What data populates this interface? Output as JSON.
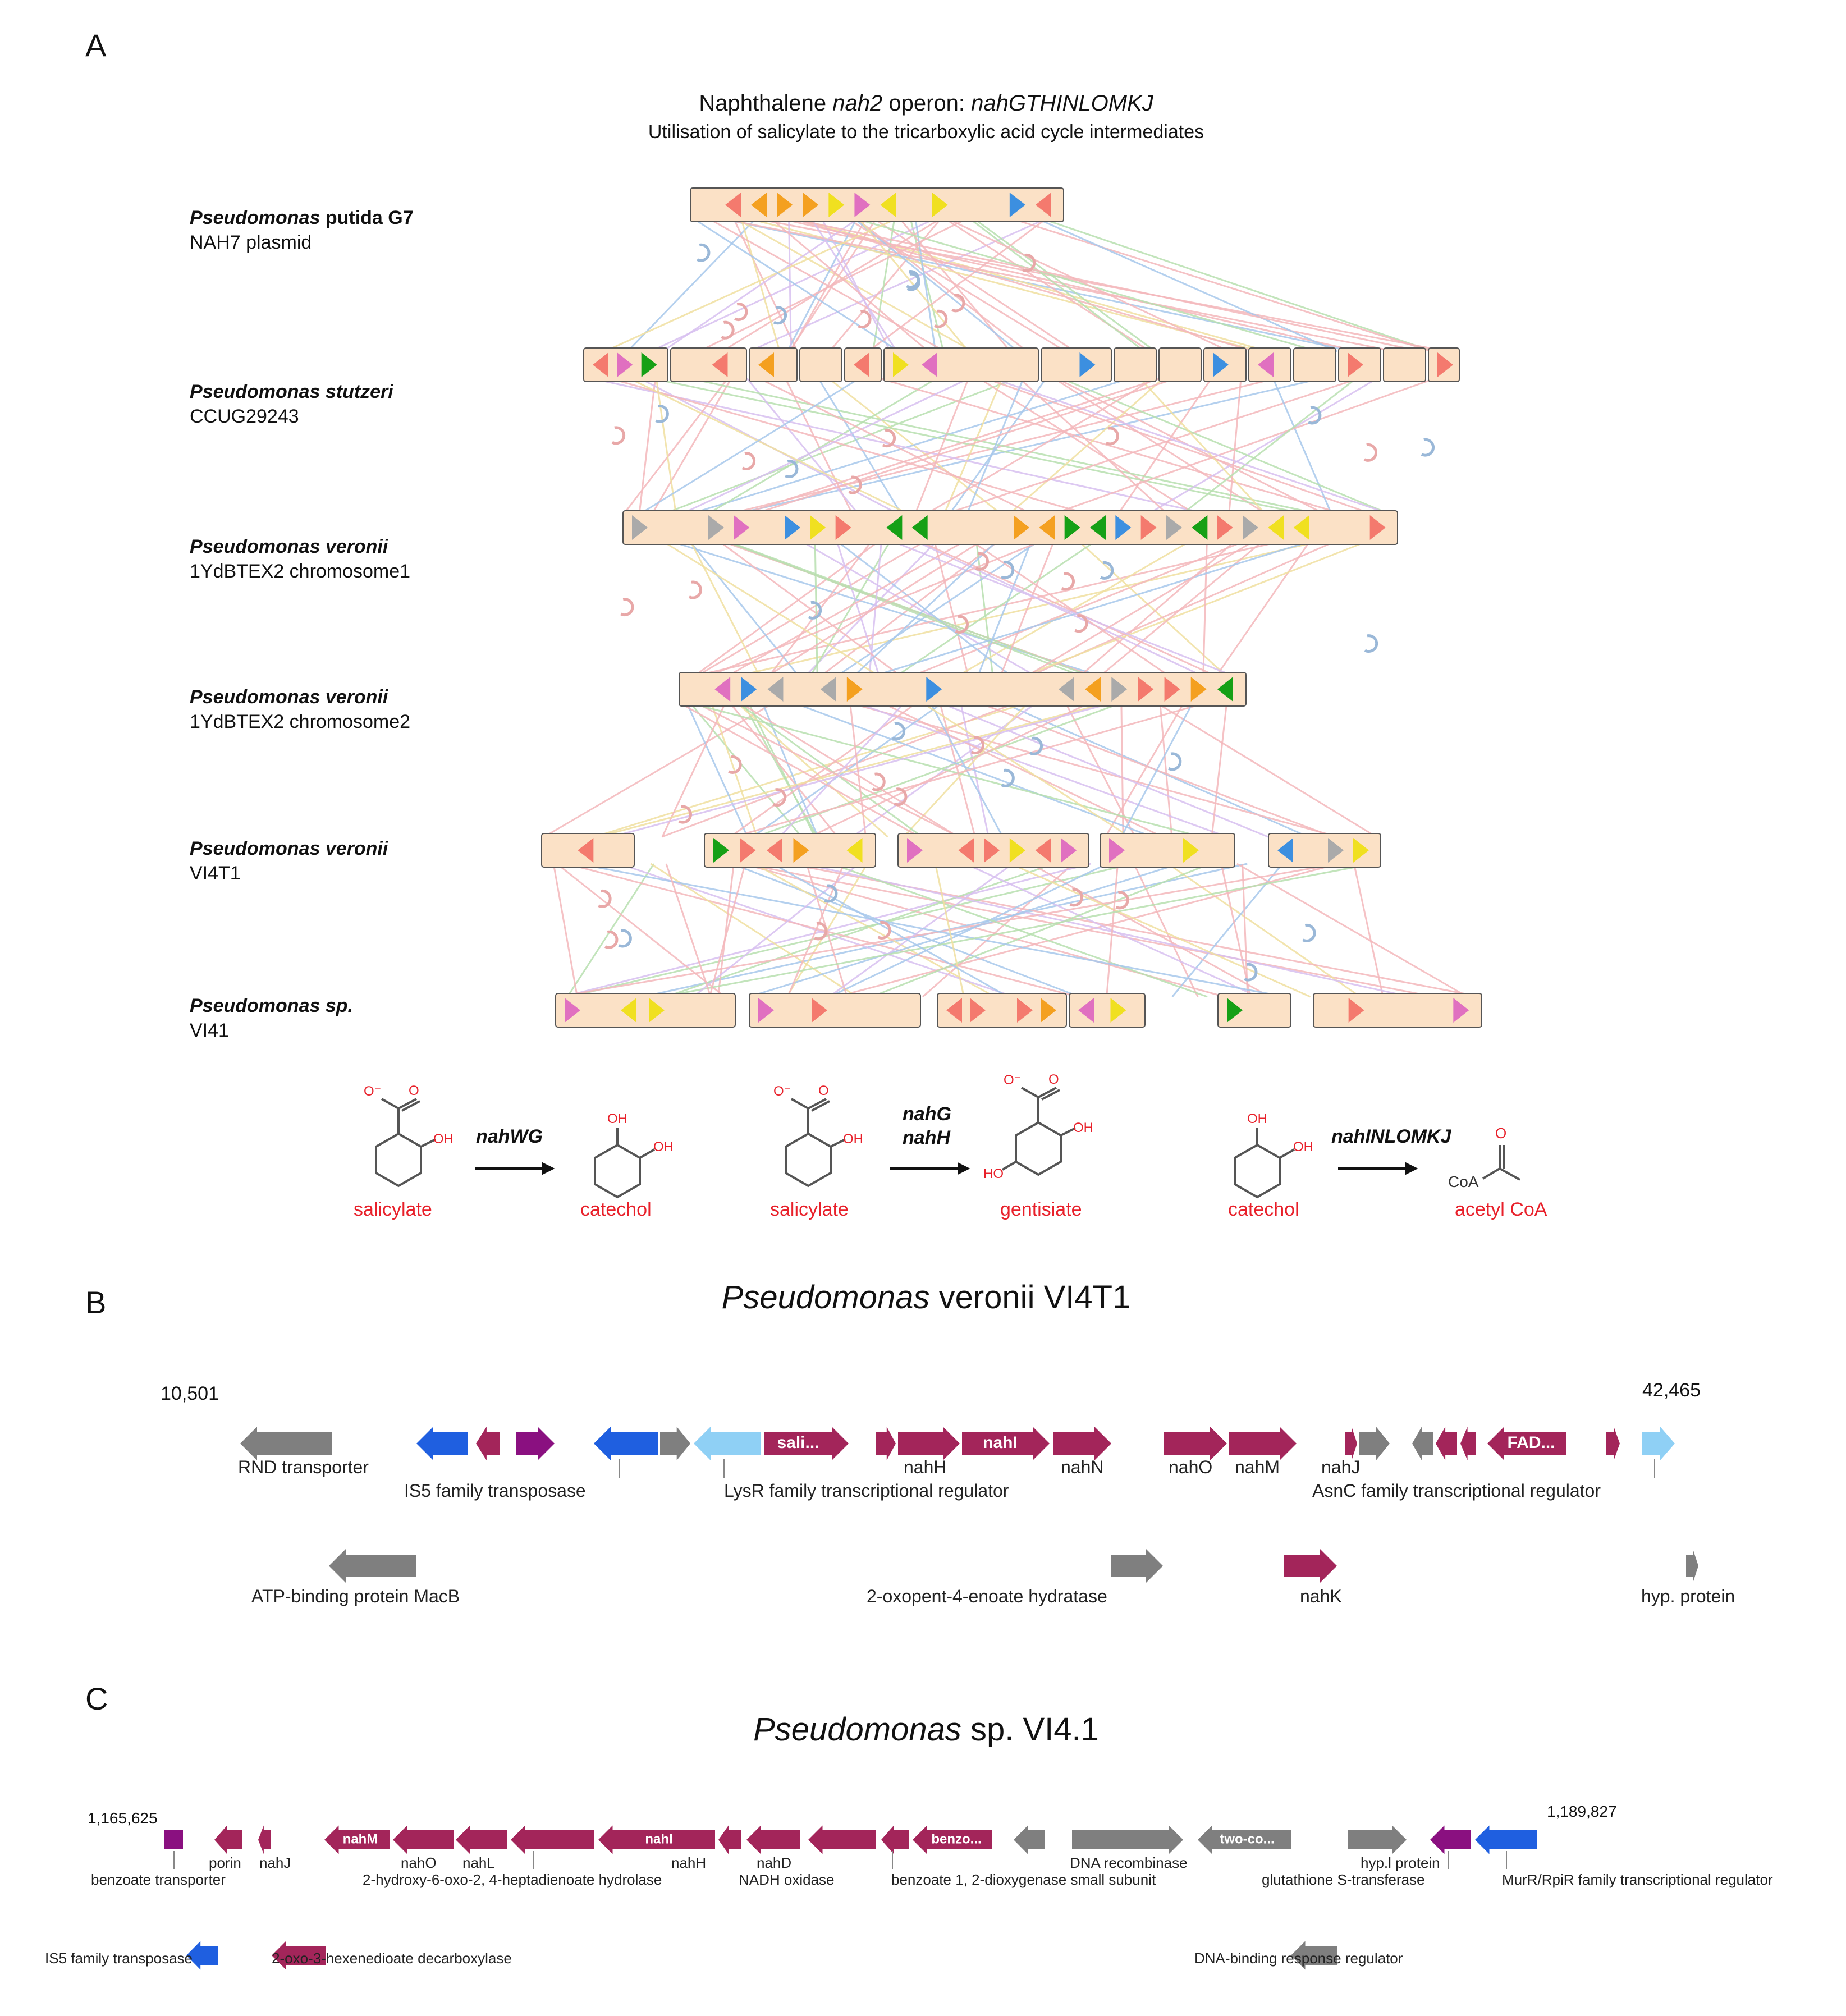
{
  "panels": {
    "a": "A",
    "b": "B",
    "c": "C"
  },
  "panel_a": {
    "title_prefix": "Naphthalene ",
    "title_italic": "nah2",
    "title_mid": " operon: ",
    "title_genes": "nahGTHINLOMKJ",
    "subtitle": "Utilisation of salicylate to the tricarboxylic acid cycle intermediates",
    "organisms": [
      {
        "genus": "Pseudomonas",
        "species": "putida G7",
        "strain": "NAH7 plasmid"
      },
      {
        "genus": "Pseudomonas",
        "species": "stutzeri",
        "strain": "CCUG29243"
      },
      {
        "genus": "Pseudomonas",
        "species": "veronii",
        "strain": "1YdBTEX2 chromosome1"
      },
      {
        "genus": "Pseudomonas",
        "species": "veronii",
        "strain": "1YdBTEX2 chromosome2"
      },
      {
        "genus": "Pseudomonas",
        "species": "veronii",
        "strain": "VI4T1"
      },
      {
        "genus": "Pseudomonas",
        "species": "sp.",
        "strain": "VI41"
      }
    ],
    "reactions": [
      {
        "substrate": "salicylate",
        "enzyme": [
          "nahWG"
        ],
        "product": "catechol"
      },
      {
        "substrate": "salicylate",
        "enzyme": [
          "nahG",
          "nahH"
        ],
        "product": "gentisiate"
      },
      {
        "substrate": "catechol",
        "enzyme": [
          "nahINLOMKJ"
        ],
        "product": "acetyl CoA"
      }
    ],
    "chem_labels": {
      "oh": "OH",
      "ho": "HO",
      "coa": "CoA",
      "o": "O",
      "om": "O⁻"
    }
  },
  "panel_b": {
    "title_genus": "Pseudomonas",
    "title_rest": " veronii VI4T1",
    "coord_start": "10,501",
    "coord_end": "42,465",
    "inner_labels": {
      "sali": "sali...",
      "nahI": "nahI",
      "fad": "FAD..."
    },
    "labels": {
      "rnd": "RND transporter",
      "is5": "IS5 family transposase",
      "lysr": "LysR family transcriptional regulator",
      "nahH": "nahH",
      "nahN": "nahN",
      "nahO": "nahO",
      "nahM": "nahM",
      "nahJ": "nahJ",
      "asnc": "AsnC family transcriptional regulator",
      "macb": "ATP-binding protein MacB",
      "oxopent": "2-oxopent-4-enoate hydratase",
      "nahK": "nahK",
      "hyp": "hyp. protein"
    }
  },
  "panel_c": {
    "title_genus": "Pseudomonas",
    "title_rest": " sp. VI4.1",
    "coord_start": "1,165,625",
    "coord_end": "1,189,827",
    "inner_labels": {
      "nahM": "nahM",
      "nahI": "nahI",
      "benzo": "benzo...",
      "twoco": "two-co..."
    },
    "labels": {
      "benz_tr": "benzoate transporter",
      "porin": "porin",
      "nahJ": "nahJ",
      "nahO": "nahO",
      "nahL": "nahL",
      "hydrolase": "2-hydroxy-6-oxo-2, 4-heptadienoate hydrolase",
      "nahH": "nahH",
      "nahD": "nahD",
      "nadh": "NADH oxidase",
      "dioxy": "benzoate 1, 2-dioxygenase small subunit",
      "recomb": "DNA recombinase",
      "hypl": "hyp.l protein",
      "gst": "glutathione S-transferase",
      "murr": "MurR/RpiR family transcriptional regulator",
      "is5": "IS5 family transposase",
      "decarb": "2-oxo-3-hexenedioate decarboxylase",
      "dnabind": "DNA-binding response regulator"
    }
  },
  "colors": {
    "gray": "#7f7f7f",
    "blue": "#1f5fe0",
    "lightblue": "#8fd0f5",
    "magenta": "#a3255a",
    "purple": "#8a1080",
    "contig": "#fbe1c6",
    "red": "#e8202a"
  }
}
